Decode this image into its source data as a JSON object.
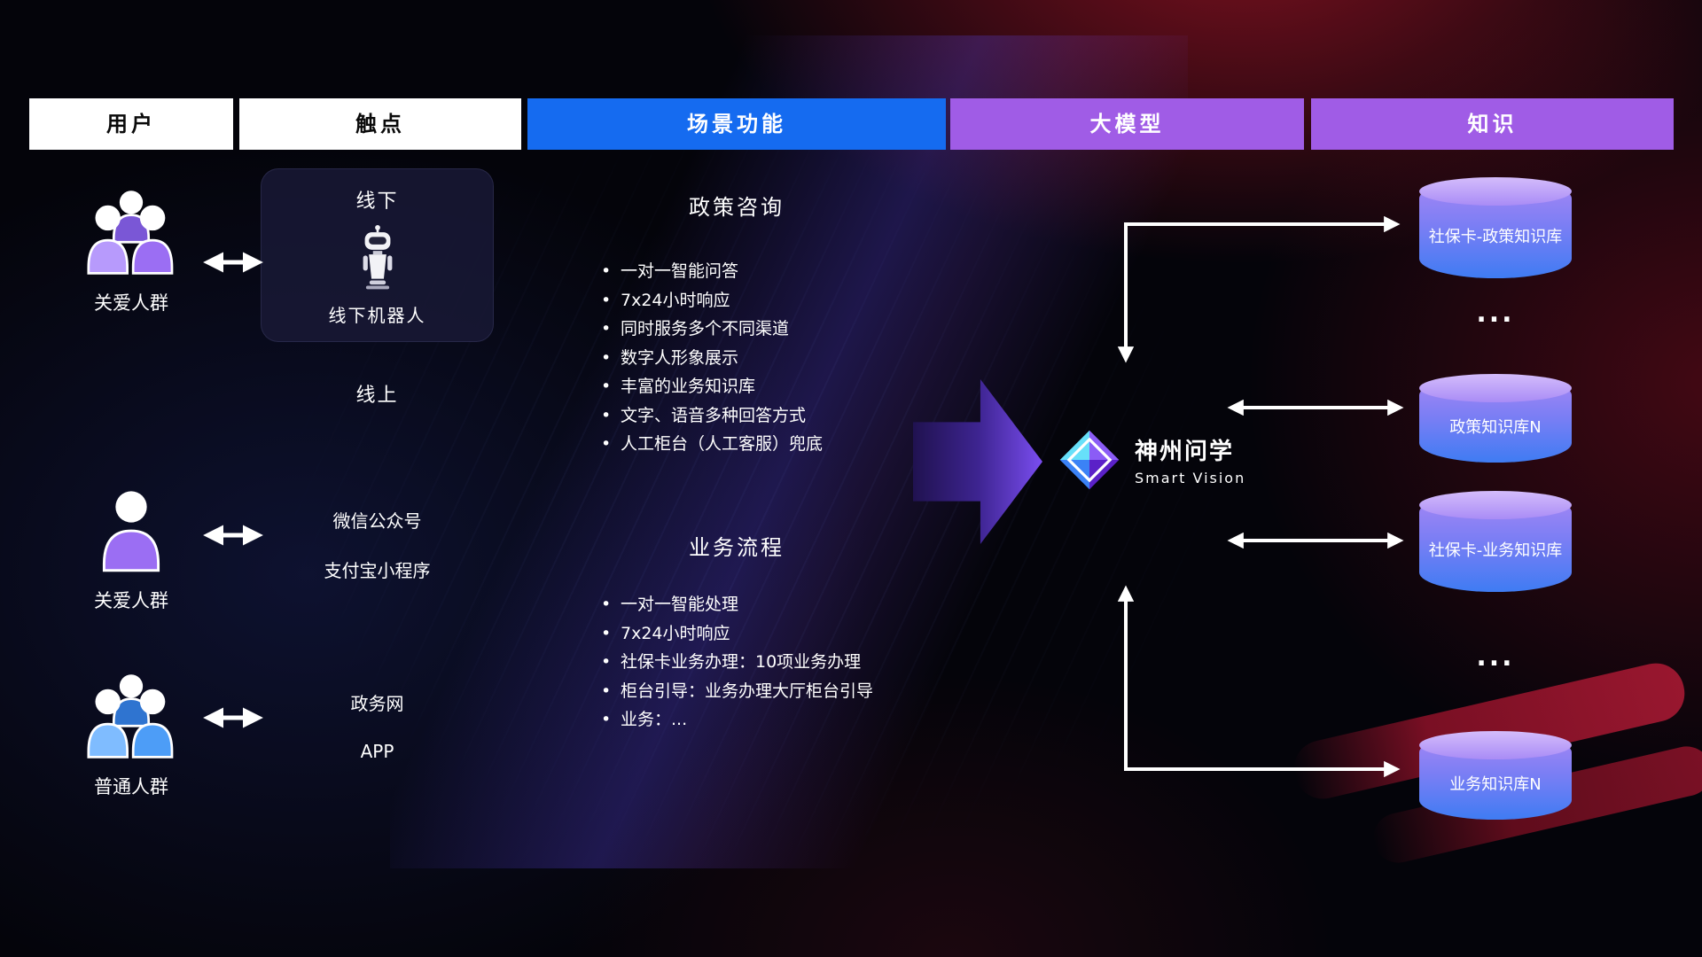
{
  "header": {
    "users": "用户",
    "touchpoints": "触点",
    "scenarios": "场景功能",
    "model": "大模型",
    "knowledge": "知识"
  },
  "users": [
    {
      "label": "关爱人群"
    },
    {
      "label": "关爱人群"
    },
    {
      "label": "普通人群"
    }
  ],
  "touchpoints": {
    "offline_title": "线下",
    "offline_robot": "线下机器人",
    "online_title": "线上",
    "channels": [
      "微信公众号",
      "支付宝小程序",
      "政务网",
      "APP"
    ]
  },
  "scenarios": [
    {
      "title": "政策咨询",
      "items": [
        "一对一智能问答",
        "7x24小时响应",
        "同时服务多个不同渠道",
        "数字人形象展示",
        "丰富的业务知识库",
        "文字、语音多种回答方式",
        "人工柜台（人工客服）兜底"
      ]
    },
    {
      "title": "业务流程",
      "items": [
        "一对一智能处理",
        "7x24小时响应",
        "社保卡业务办理：10项业务办理",
        "柜台引导：业务办理大厅柜台引导",
        "业务：..."
      ]
    }
  ],
  "model": {
    "name": "神州问学",
    "subtitle": "Smart Vision"
  },
  "knowledge": {
    "dbs": [
      {
        "label": "社保卡-政策知识库"
      },
      {
        "label": "政策知识库N"
      },
      {
        "label": "社保卡-业务知识库"
      },
      {
        "label": "业务知识库N"
      }
    ],
    "ellipsis": "..."
  },
  "colors": {
    "header_blue": "#156bf0",
    "header_purple": "#a05ce6",
    "big_arrow_purple": "#7a4df0",
    "db_gradient_top": "#a887f5",
    "db_gradient_bottom": "#3f7cf3",
    "arrow_white": "#ffffff"
  }
}
